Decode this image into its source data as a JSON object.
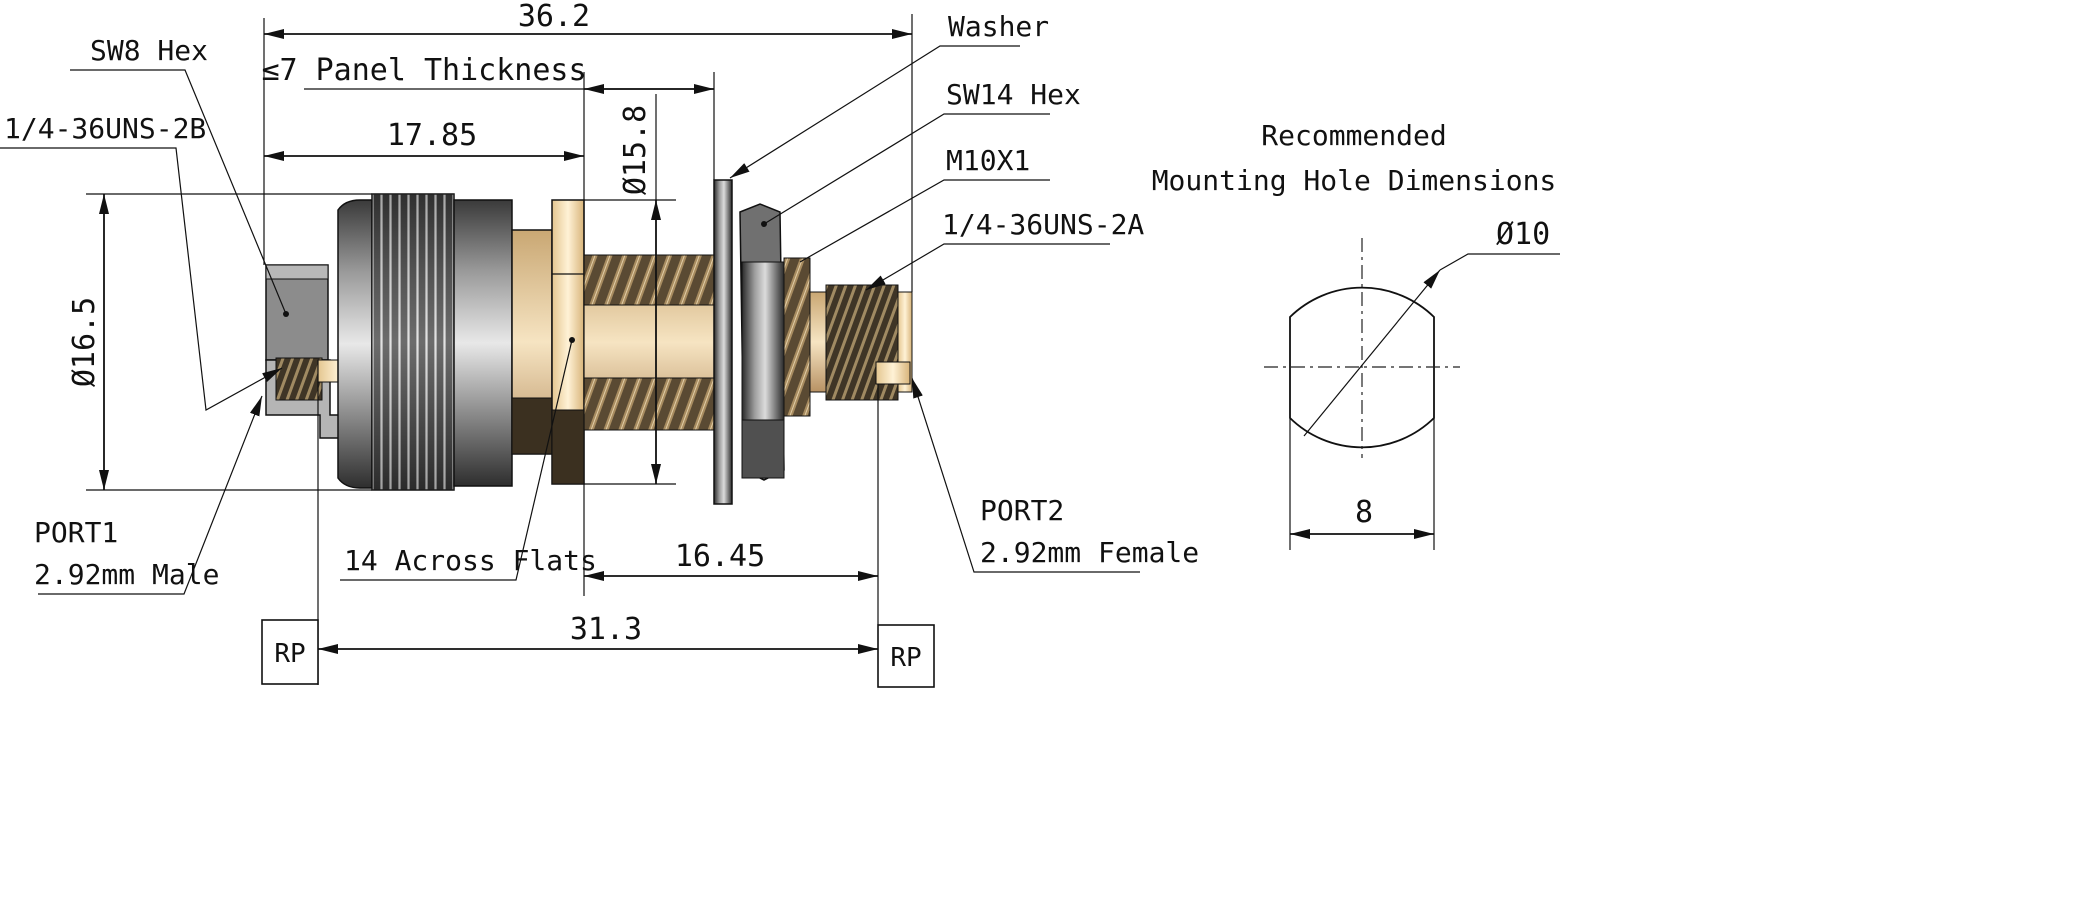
{
  "dimensions": {
    "overall_length": "36.2",
    "panel_thickness": "≤7 Panel Thickness",
    "rear_length": "17.85",
    "diameter_15_8": "Ø15.8",
    "diameter_16_5": "Ø16.5",
    "length_16_45": "16.45",
    "length_31_3": "31.3"
  },
  "callouts": {
    "sw8_hex": "SW8 Hex",
    "thread_2b": "1/4-36UNS-2B",
    "washer": "Washer",
    "sw14_hex": "SW14 Hex",
    "m10x1": "M10X1",
    "thread_2a": "1/4-36UNS-2A",
    "across_flats": "14 Across Flats",
    "port1_name": "PORT1",
    "port1_type": "2.92mm Male",
    "port2_name": "PORT2",
    "port2_type": "2.92mm Female",
    "rp_left": "RP",
    "rp_right": "RP"
  },
  "mounting_hole": {
    "title_line1": "Recommended",
    "title_line2": "Mounting Hole Dimensions",
    "diameter": "Ø10",
    "flat_width": "8"
  }
}
